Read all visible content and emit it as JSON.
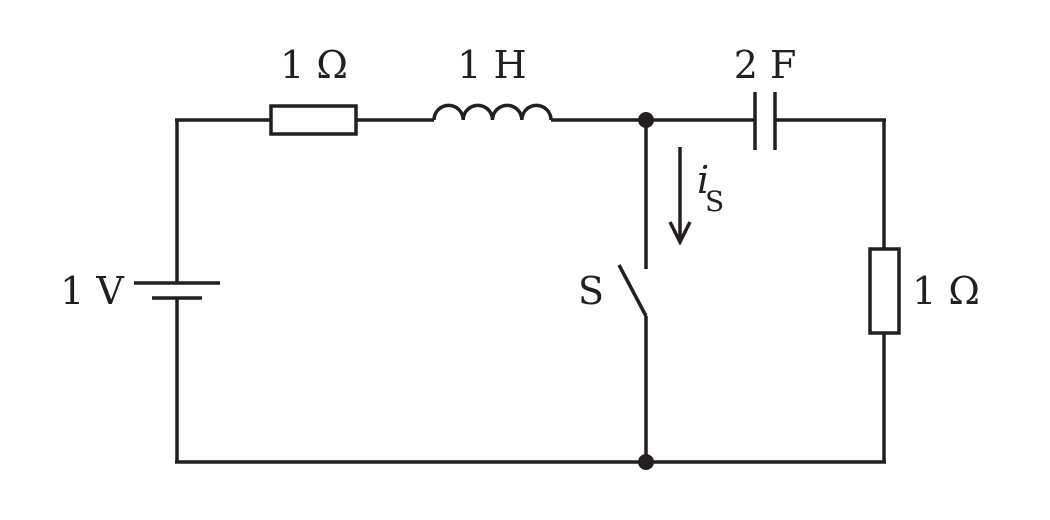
{
  "labels": {
    "resistor_top": "1 Ω",
    "inductor": "1 H",
    "capacitor": "2 F",
    "source": "1 V",
    "resistor_right": "1 Ω",
    "switch": "S",
    "current_symbol": "i",
    "current_subscript": "S"
  },
  "colors": {
    "ink": "#231f20",
    "background": "#ffffff"
  }
}
